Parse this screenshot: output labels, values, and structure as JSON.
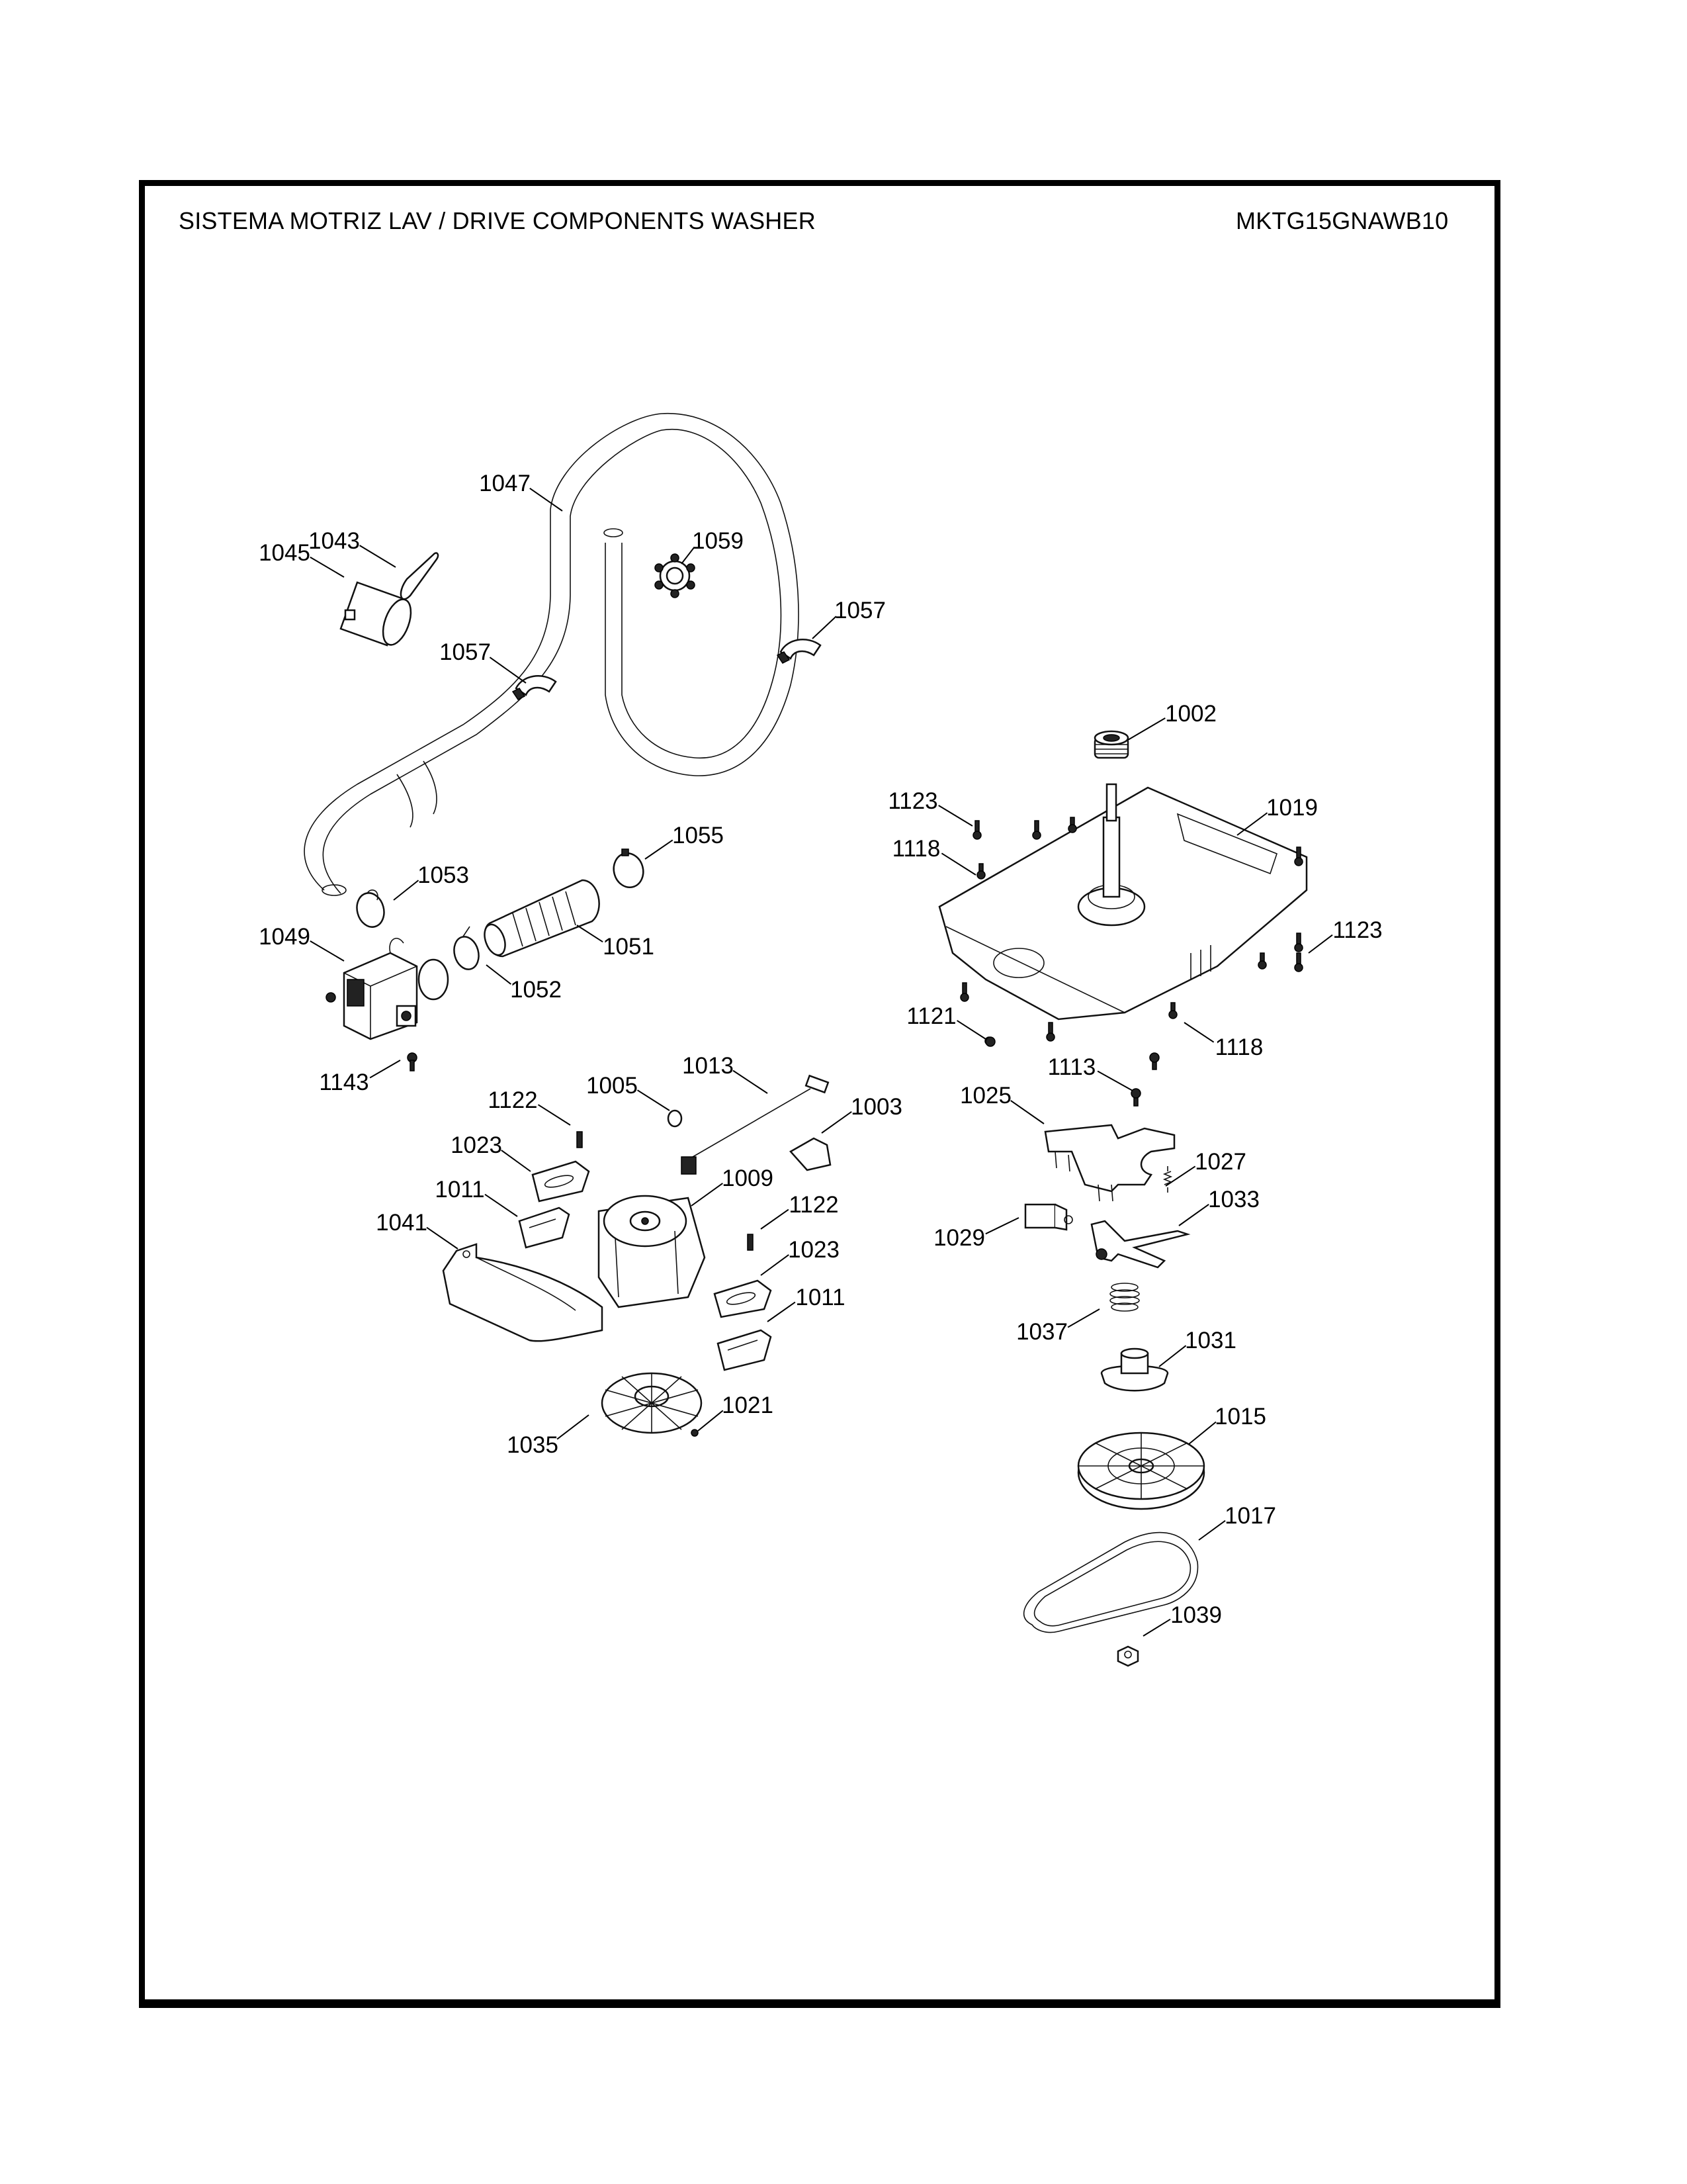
{
  "header": {
    "title": "SISTEMA MOTRIZ LAV / DRIVE COMPONENTS WASHER",
    "model": "MKTG15GNAWB10"
  },
  "callouts": [
    {
      "id": "1047",
      "part": "drain-hose"
    },
    {
      "id": "1045",
      "part": "capacitor"
    },
    {
      "id": "1043",
      "part": "capacitor-strap"
    },
    {
      "id": "1059",
      "part": "hose-holder"
    },
    {
      "id": "1057",
      "part": "hose-clip-left"
    },
    {
      "id": "1057",
      "part": "hose-clip-right"
    },
    {
      "id": "1002",
      "part": "seal"
    },
    {
      "id": "1123",
      "part": "screw-top-left"
    },
    {
      "id": "1019",
      "part": "transmission-mount-plate"
    },
    {
      "id": "1118",
      "part": "screw-left"
    },
    {
      "id": "1055",
      "part": "hose-clamp-large"
    },
    {
      "id": "1053",
      "part": "hose-clamp-spring"
    },
    {
      "id": "1123",
      "part": "screw-right"
    },
    {
      "id": "1049",
      "part": "drain-pump"
    },
    {
      "id": "1051",
      "part": "bellows-hose"
    },
    {
      "id": "1052",
      "part": "hose-clamp-small"
    },
    {
      "id": "1121",
      "part": "screw-small"
    },
    {
      "id": "1118",
      "part": "screw-bottom-right"
    },
    {
      "id": "1143",
      "part": "pump-screw"
    },
    {
      "id": "1113",
      "part": "bolt"
    },
    {
      "id": "1013",
      "part": "wire-harness"
    },
    {
      "id": "1005",
      "part": "wire-clip"
    },
    {
      "id": "1003",
      "part": "bracket"
    },
    {
      "id": "1122",
      "part": "motor-screw-a"
    },
    {
      "id": "1025",
      "part": "clutch-actuator"
    },
    {
      "id": "1023",
      "part": "motor-pad-a"
    },
    {
      "id": "1027",
      "part": "spring"
    },
    {
      "id": "1009",
      "part": "motor"
    },
    {
      "id": "1011",
      "part": "motor-mount-a"
    },
    {
      "id": "1033",
      "part": "clutch-fork"
    },
    {
      "id": "1041",
      "part": "motor-cover"
    },
    {
      "id": "1122",
      "part": "motor-screw-b"
    },
    {
      "id": "1029",
      "part": "actuator-motor"
    },
    {
      "id": "1023",
      "part": "motor-pad-b"
    },
    {
      "id": "1011",
      "part": "motor-mount-b"
    },
    {
      "id": "1037",
      "part": "clutch-spring"
    },
    {
      "id": "1031",
      "part": "clutch-coupling"
    },
    {
      "id": "1021",
      "part": "nut-small"
    },
    {
      "id": "1035",
      "part": "motor-fan"
    },
    {
      "id": "1015",
      "part": "pulley"
    },
    {
      "id": "1017",
      "part": "drive-belt"
    },
    {
      "id": "1039",
      "part": "pulley-nut"
    }
  ]
}
